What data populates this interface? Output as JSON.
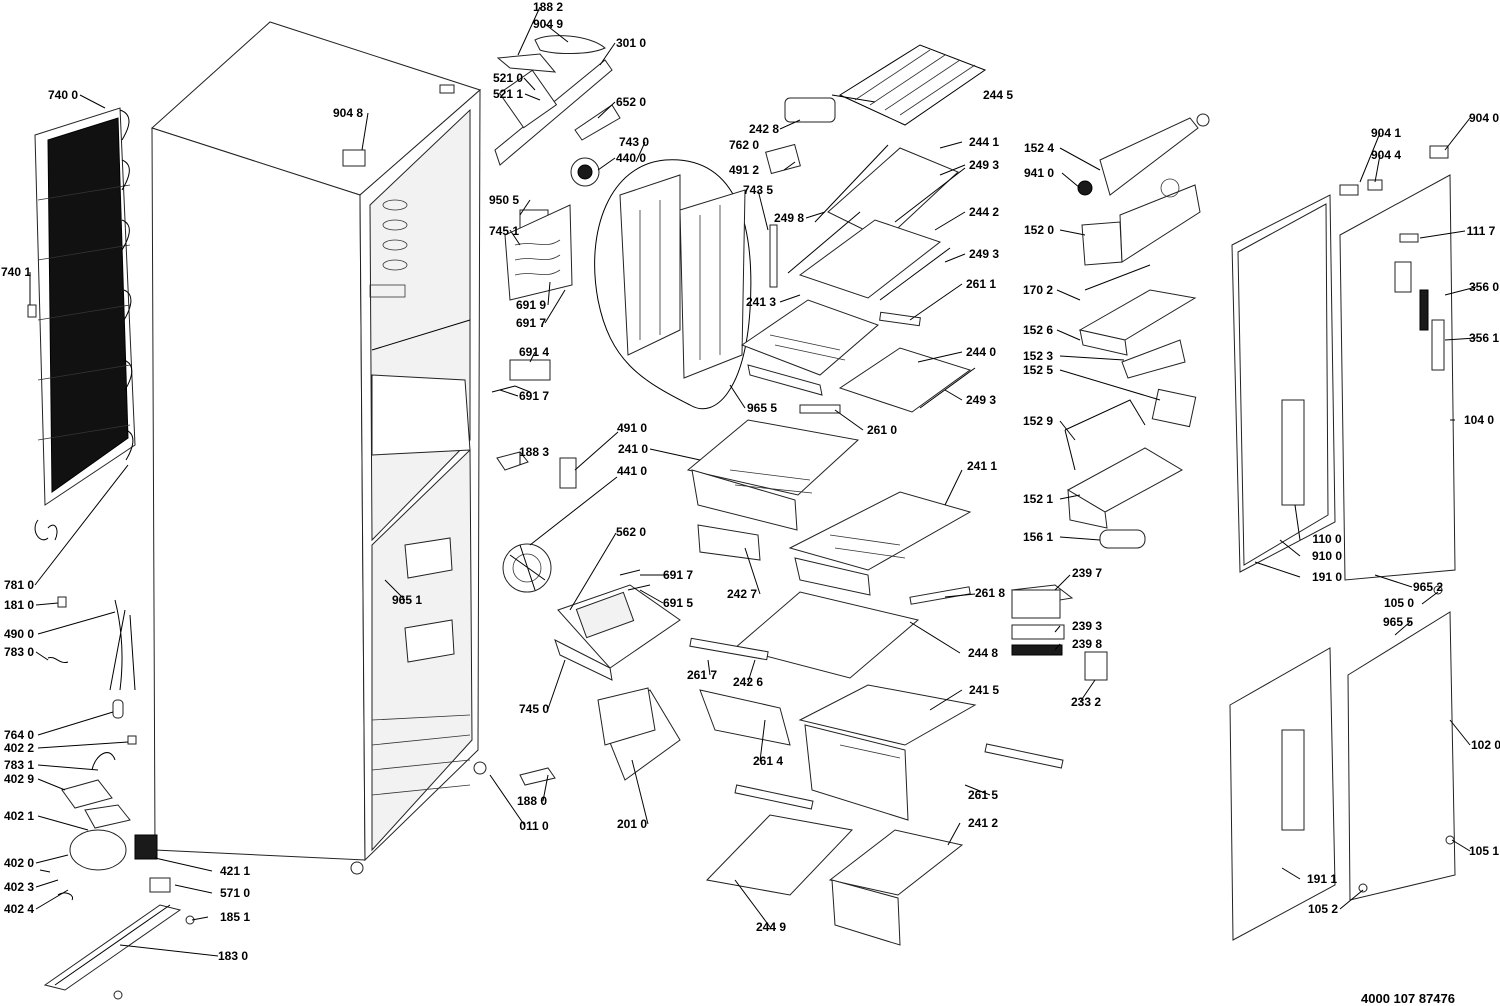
{
  "document_code": "4000 107 87476",
  "parts": [
    {
      "id": "p-188-2",
      "label": "188 2"
    },
    {
      "id": "p-904-9",
      "label": "904 9"
    },
    {
      "id": "p-301-0",
      "label": "301 0"
    },
    {
      "id": "p-521-0",
      "label": "521 0"
    },
    {
      "id": "p-521-1",
      "label": "521 1"
    },
    {
      "id": "p-652-0",
      "label": "652 0"
    },
    {
      "id": "p-740-0",
      "label": "740 0"
    },
    {
      "id": "p-904-8",
      "label": "904 8"
    },
    {
      "id": "p-242-8",
      "label": "242 8"
    },
    {
      "id": "p-762-0",
      "label": "762 0"
    },
    {
      "id": "p-244-5",
      "label": "244 5"
    },
    {
      "id": "p-743-0",
      "label": "743 0"
    },
    {
      "id": "p-440-0",
      "label": "440 0"
    },
    {
      "id": "p-491-2",
      "label": "491 2"
    },
    {
      "id": "p-743-5",
      "label": "743 5"
    },
    {
      "id": "p-244-1",
      "label": "244 1"
    },
    {
      "id": "p-249-3a",
      "label": "249 3"
    },
    {
      "id": "p-152-4",
      "label": "152 4"
    },
    {
      "id": "p-904-1",
      "label": "904 1"
    },
    {
      "id": "p-904-4",
      "label": "904 4"
    },
    {
      "id": "p-904-0",
      "label": "904 0"
    },
    {
      "id": "p-941-0",
      "label": "941 0"
    },
    {
      "id": "p-950-5",
      "label": "950 5"
    },
    {
      "id": "p-249-8",
      "label": "249 8"
    },
    {
      "id": "p-244-2",
      "label": "244 2"
    },
    {
      "id": "p-745-1",
      "label": "745 1"
    },
    {
      "id": "p-152-0",
      "label": "152 0"
    },
    {
      "id": "p-111-7",
      "label": "111 7"
    },
    {
      "id": "p-249-3b",
      "label": "249 3"
    },
    {
      "id": "p-740-1",
      "label": "740 1"
    },
    {
      "id": "p-261-1",
      "label": "261 1"
    },
    {
      "id": "p-170-2",
      "label": "170 2"
    },
    {
      "id": "p-356-0",
      "label": "356 0"
    },
    {
      "id": "p-241-3",
      "label": "241 3"
    },
    {
      "id": "p-691-9",
      "label": "691 9"
    },
    {
      "id": "p-691-7a",
      "label": "691 7"
    },
    {
      "id": "p-152-6",
      "label": "152 6"
    },
    {
      "id": "p-356-1",
      "label": "356 1"
    },
    {
      "id": "p-244-0",
      "label": "244 0"
    },
    {
      "id": "p-152-3",
      "label": "152 3"
    },
    {
      "id": "p-691-4",
      "label": "691 4"
    },
    {
      "id": "p-152-5",
      "label": "152 5"
    },
    {
      "id": "p-691-7b",
      "label": "691 7"
    },
    {
      "id": "p-965-5a",
      "label": "965 5"
    },
    {
      "id": "p-249-3c",
      "label": "249 3"
    },
    {
      "id": "p-261-0",
      "label": "261 0"
    },
    {
      "id": "p-152-9",
      "label": "152 9"
    },
    {
      "id": "p-104-0",
      "label": "104 0"
    },
    {
      "id": "p-491-0",
      "label": "491 0"
    },
    {
      "id": "p-241-0",
      "label": "241 0"
    },
    {
      "id": "p-188-3",
      "label": "188 3"
    },
    {
      "id": "p-441-0",
      "label": "441 0"
    },
    {
      "id": "p-241-1",
      "label": "241 1"
    },
    {
      "id": "p-152-1",
      "label": "152 1"
    },
    {
      "id": "p-110-0",
      "label": "110 0"
    },
    {
      "id": "p-562-0",
      "label": "562 0"
    },
    {
      "id": "p-156-1",
      "label": "156 1"
    },
    {
      "id": "p-910-0",
      "label": "910 0"
    },
    {
      "id": "p-691-7c",
      "label": "691 7"
    },
    {
      "id": "p-239-7",
      "label": "239 7"
    },
    {
      "id": "p-191-0",
      "label": "191 0"
    },
    {
      "id": "p-781-0",
      "label": "781 0"
    },
    {
      "id": "p-242-7",
      "label": "242 7"
    },
    {
      "id": "p-261-8",
      "label": "261 8"
    },
    {
      "id": "p-965-2",
      "label": "965 2"
    },
    {
      "id": "p-965-1",
      "label": "965 1"
    },
    {
      "id": "p-691-5",
      "label": "691 5"
    },
    {
      "id": "p-105-0",
      "label": "105 0"
    },
    {
      "id": "p-181-0",
      "label": "181 0"
    },
    {
      "id": "p-239-3",
      "label": "239 3"
    },
    {
      "id": "p-965-5b",
      "label": "965 5"
    },
    {
      "id": "p-490-0",
      "label": "490 0"
    },
    {
      "id": "p-239-8",
      "label": "239 8"
    },
    {
      "id": "p-244-8",
      "label": "244 8"
    },
    {
      "id": "p-783-0",
      "label": "783 0"
    },
    {
      "id": "p-261-7",
      "label": "261 7"
    },
    {
      "id": "p-242-6",
      "label": "242 6"
    },
    {
      "id": "p-241-5",
      "label": "241 5"
    },
    {
      "id": "p-233-2",
      "label": "233 2"
    },
    {
      "id": "p-745-0",
      "label": "745 0"
    },
    {
      "id": "p-764-0",
      "label": "764 0"
    },
    {
      "id": "p-402-2",
      "label": "402 2"
    },
    {
      "id": "p-102-0",
      "label": "102 0"
    },
    {
      "id": "p-783-1",
      "label": "783 1"
    },
    {
      "id": "p-261-4",
      "label": "261 4"
    },
    {
      "id": "p-402-9",
      "label": "402 9"
    },
    {
      "id": "p-261-5",
      "label": "261 5"
    },
    {
      "id": "p-188-0",
      "label": "188 0"
    },
    {
      "id": "p-402-1",
      "label": "402 1"
    },
    {
      "id": "p-011-0",
      "label": "011 0"
    },
    {
      "id": "p-201-0",
      "label": "201 0"
    },
    {
      "id": "p-241-2",
      "label": "241 2"
    },
    {
      "id": "p-105-1",
      "label": "105 1"
    },
    {
      "id": "p-402-0",
      "label": "402 0"
    },
    {
      "id": "p-421-1",
      "label": "421 1"
    },
    {
      "id": "p-191-1",
      "label": "191 1"
    },
    {
      "id": "p-402-3",
      "label": "402 3"
    },
    {
      "id": "p-571-0",
      "label": "571 0"
    },
    {
      "id": "p-402-4",
      "label": "402 4"
    },
    {
      "id": "p-105-2",
      "label": "105 2"
    },
    {
      "id": "p-185-1",
      "label": "185 1"
    },
    {
      "id": "p-244-9",
      "label": "244 9"
    },
    {
      "id": "p-183-0",
      "label": "183 0"
    }
  ]
}
